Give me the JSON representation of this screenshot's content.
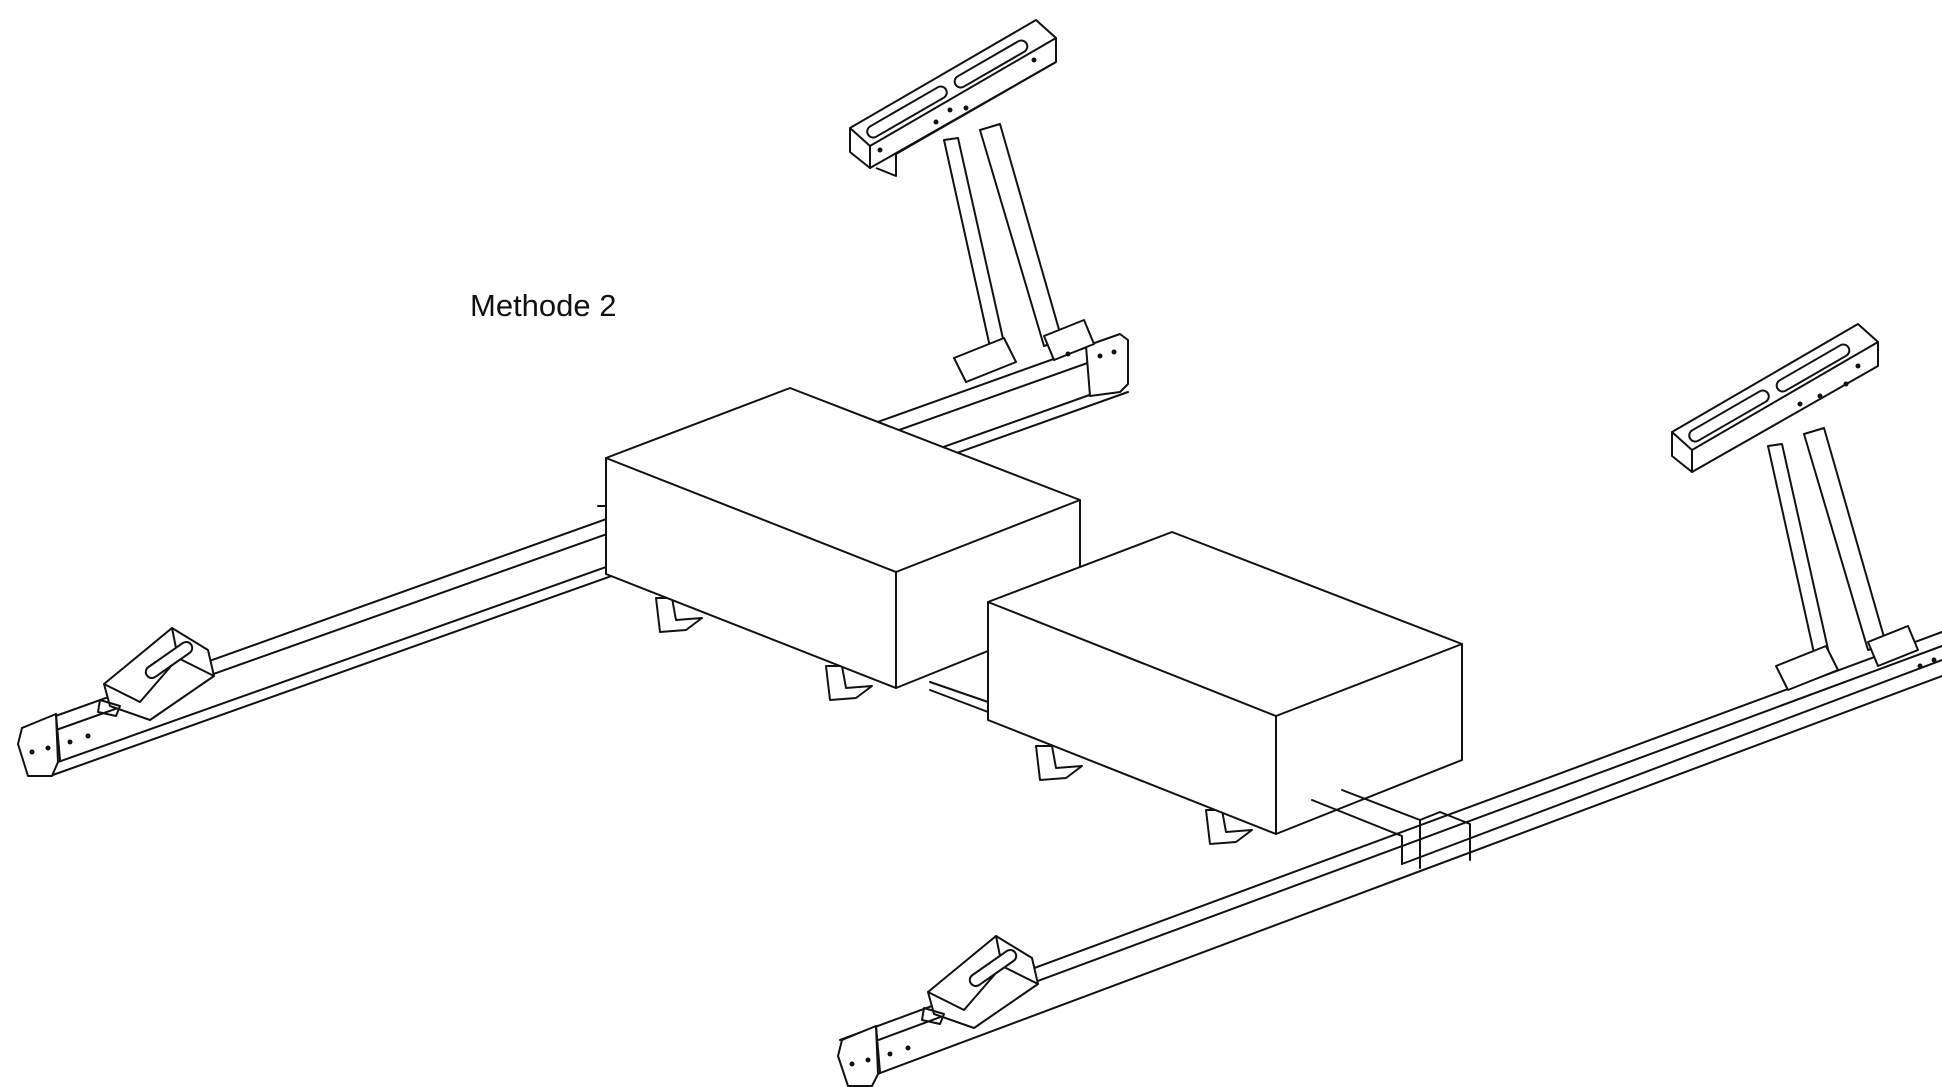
{
  "label": {
    "text": "Methode 2"
  },
  "colors": {
    "line": "#111111",
    "background": "#ffffff"
  },
  "parts": {
    "boxes": 2,
    "wall_brackets": 2,
    "floor_rails": 2
  }
}
